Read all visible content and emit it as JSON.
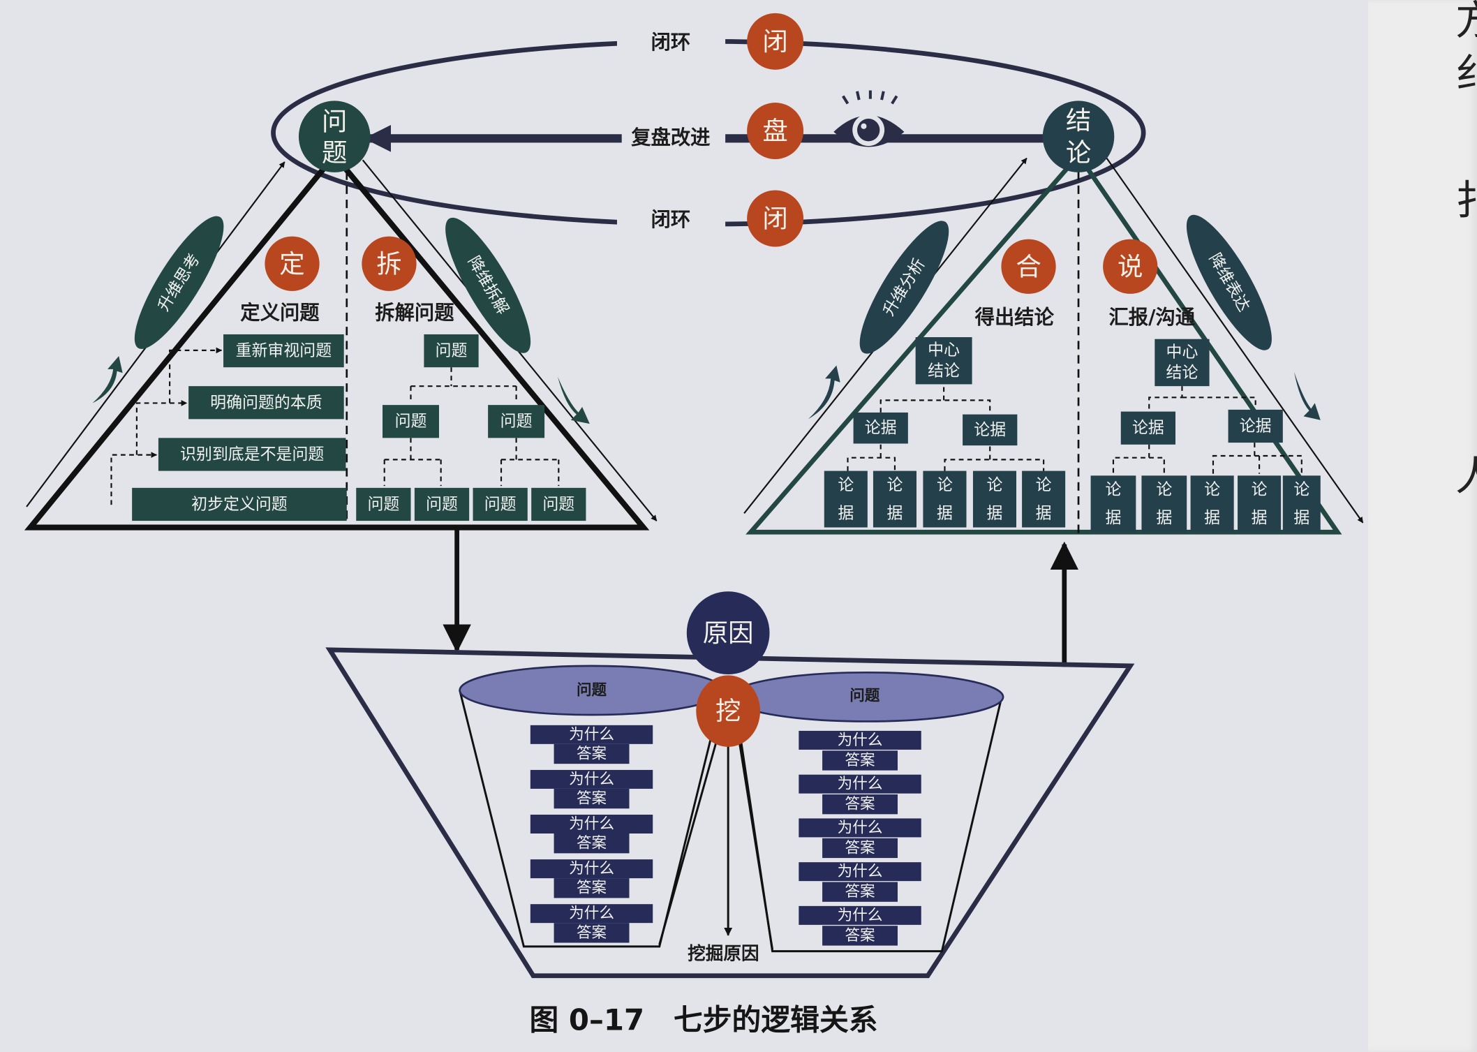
{
  "loop": {
    "top_label": "闭环",
    "top_badge": "闭",
    "middle_label": "复盘改进",
    "middle_badge": "盘",
    "bottom_label": "闭环",
    "bottom_badge": "闭",
    "eye_icon": "eye-icon"
  },
  "left_pyramid": {
    "apex": [
      "问",
      "题"
    ],
    "left_side_label": "升维思考",
    "right_side_label": "降维拆解",
    "define": {
      "badge": "定",
      "title": "定义问题",
      "steps": [
        "重新审视问题",
        "明确问题的本质",
        "识别到底是不是问题",
        "初步定义问题"
      ]
    },
    "split": {
      "badge": "拆",
      "title": "拆解问题",
      "root": "问题",
      "level2": [
        "问题",
        "问题"
      ],
      "level3": [
        "问题",
        "问题",
        "问题",
        "问题"
      ]
    }
  },
  "right_pyramid": {
    "apex": [
      "结",
      "论"
    ],
    "left_side_label": "升维分析",
    "right_side_label": "降维表达",
    "conclude": {
      "badge": "合",
      "title": "得出结论",
      "root": "中心结论",
      "level2": [
        "论据",
        "论据"
      ],
      "level3": [
        "论据",
        "论据",
        "论据",
        "论据",
        "论据"
      ]
    },
    "report": {
      "badge": "说",
      "title": "汇报/沟通",
      "root": "中心结论",
      "level2": [
        "论据",
        "论据"
      ],
      "level3": [
        "论据",
        "论据",
        "论据",
        "论据",
        "论据"
      ]
    }
  },
  "funnel": {
    "cause": "原因",
    "dig_badge": "挖",
    "left_cup_title": "问题",
    "right_cup_title": "问题",
    "why_label": "为什么",
    "answer_label": "答案",
    "pairs_per_cup": 5,
    "bottom_label": "挖掘原因"
  },
  "caption": "图 0–17　七步的逻辑关系",
  "colors": {
    "teal": "#234843",
    "slate": "#24404a",
    "navy": "#262b58",
    "red": "#b8461f",
    "line": "#2a2d45",
    "cup": "#7a7db3"
  }
}
